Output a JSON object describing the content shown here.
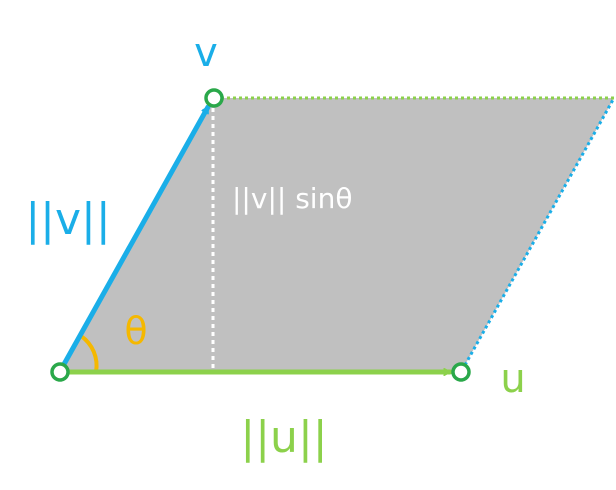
{
  "labels": {
    "v": "v",
    "u": "u",
    "norm_v": "||v||",
    "norm_u": "||u||",
    "height": "||v|| sinθ",
    "theta": "θ"
  },
  "colors": {
    "v_vector": "#1aaee8",
    "u_vector": "#8cd14b",
    "parallelogram_fill": "#c0c0c0",
    "height_line": "#ffffff",
    "height_label": "#ffffff",
    "angle_arc": "#f5b800",
    "point_fill": "#ffffff",
    "point_stroke": "#2aa84a"
  }
}
